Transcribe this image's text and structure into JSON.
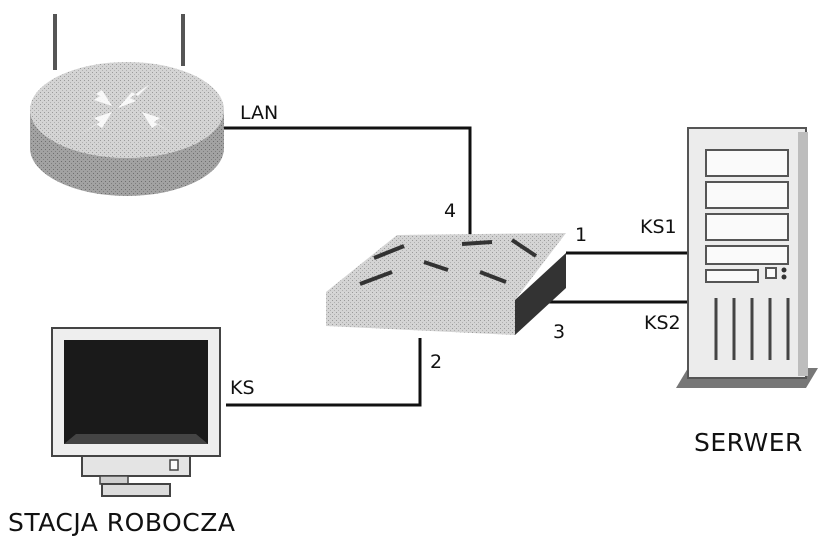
{
  "labels": {
    "lan": "LAN",
    "port_1": "1",
    "port_2": "2",
    "port_3": "3",
    "port_4": "4",
    "ks1": "KS1",
    "ks2": "KS2",
    "ks": "KS"
  },
  "captions": {
    "server": "SERWER",
    "workstation": "STACJA ROBOCZA"
  },
  "colors": {
    "cable": "#111111",
    "device_top": "#d6d6d6",
    "device_side": "#9c9c9c",
    "screen": "#1a1a1a"
  }
}
